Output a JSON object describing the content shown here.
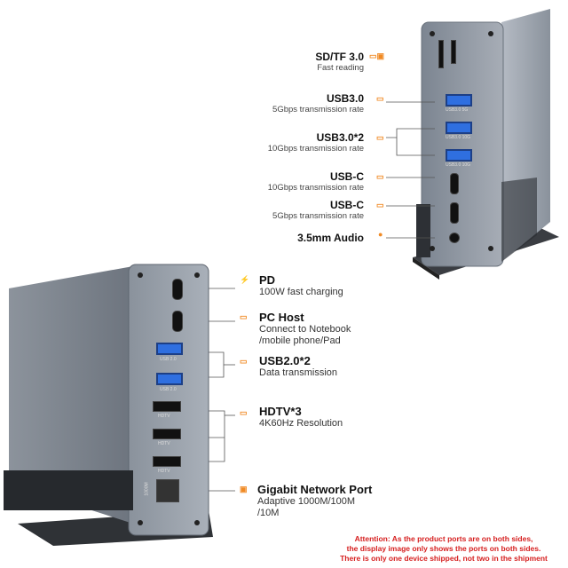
{
  "top_labels": [
    {
      "title": "SD/TF 3.0",
      "sub": "Fast reading",
      "icon": "sd-card-icon"
    },
    {
      "title": "USB3.0",
      "sub": "5Gbps transmission rate",
      "icon": "usb-icon"
    },
    {
      "title": "USB3.0*2",
      "sub": "10Gbps transmission rate",
      "icon": "usb-icon"
    },
    {
      "title": "USB-C",
      "sub": "10Gbps transmission rate",
      "icon": "usb-c-icon"
    },
    {
      "title": "USB-C",
      "sub": "5Gbps transmission rate",
      "icon": "usb-c-icon"
    },
    {
      "title": "3.5mm Audio",
      "sub": "",
      "icon": "audio-icon"
    }
  ],
  "bottom_labels": [
    {
      "title": "PD",
      "sub1": "100W fast charging",
      "sub2": "",
      "icon": "lightning-icon"
    },
    {
      "title": "PC Host",
      "sub1": "Connect to Notebook",
      "sub2": "/mobile phone/Pad",
      "icon": "usb-c-icon"
    },
    {
      "title": "USB2.0*2",
      "sub1": "Data transmission",
      "sub2": "",
      "icon": "usb-icon"
    },
    {
      "title": "HDTV*3",
      "sub1": "4K60Hz Resolution",
      "sub2": "",
      "icon": "hdmi-icon"
    },
    {
      "title": "Gigabit Network Port",
      "sub1": "Adaptive 1000M/100M",
      "sub2": "/10M",
      "icon": "ethernet-icon"
    }
  ],
  "device_markings": {
    "top_usb": [
      "USB3.0 5G",
      "USB3.0 10G",
      "USB3.0 10G"
    ],
    "bottom_usb": [
      "USB 2.0",
      "USB 2.0"
    ],
    "hdtv": [
      "HDTV",
      "HDTV",
      "HDTV"
    ],
    "lan": "1000M"
  },
  "notice": [
    "Attention: As the product ports are on both sides,",
    "the display image only shows the ports on both sides.",
    "There is only one device shipped, not two in the shipment"
  ],
  "colors": {
    "accent": "#f08a24",
    "notice": "#d62020"
  }
}
